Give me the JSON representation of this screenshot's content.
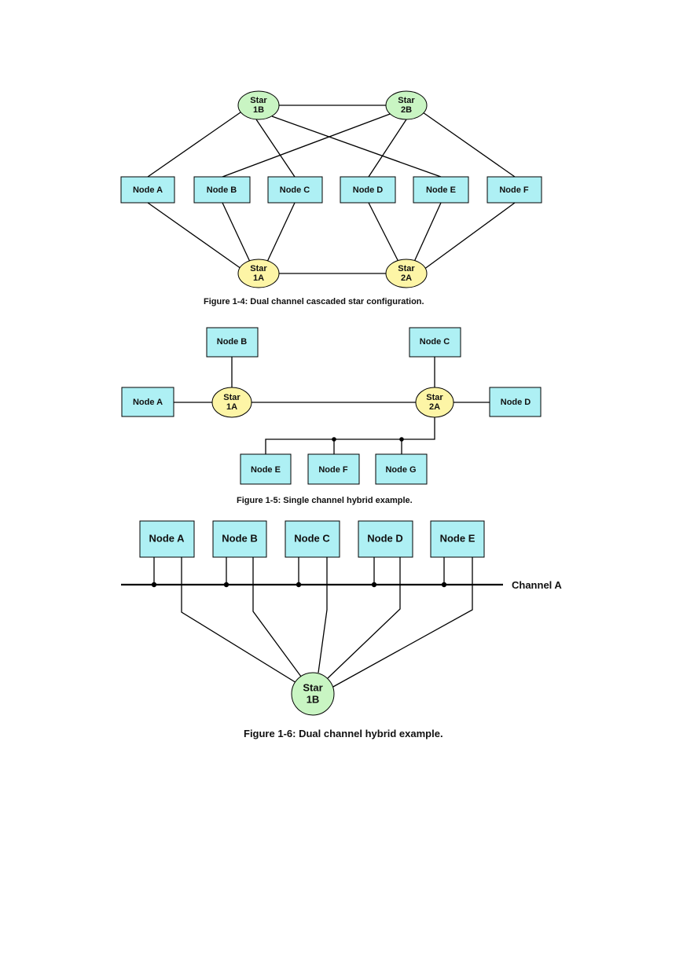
{
  "figure_4": {
    "caption": "Figure 1-4: Dual channel cascaded star configuration.",
    "nodes": [
      "Node A",
      "Node B",
      "Node C",
      "Node D",
      "Node E",
      "Node F"
    ],
    "star_1b": [
      "Star",
      "1B"
    ],
    "star_2b": [
      "Star",
      "2B"
    ],
    "star_1a": [
      "Star",
      "1A"
    ],
    "star_2a": [
      "Star",
      "2A"
    ]
  },
  "figure_5": {
    "caption": "Figure 1-5: Single channel hybrid example.",
    "nodes": [
      "Node A",
      "Node B",
      "Node C",
      "Node D",
      "Node E",
      "Node F",
      "Node G"
    ],
    "star_1a": [
      "Star",
      "1A"
    ],
    "star_2a": [
      "Star",
      "2A"
    ]
  },
  "figure_6": {
    "caption": "Figure 1-6: Dual channel hybrid example.",
    "nodes": [
      "Node A",
      "Node B",
      "Node C",
      "Node D",
      "Node E"
    ],
    "channel_label": "Channel A",
    "star_1b": [
      "Star",
      "1B"
    ]
  },
  "colors": {
    "node_fill": "#aef0f4",
    "star_channel_a": "#fdf5a6",
    "star_channel_b": "#c9f5c3"
  }
}
